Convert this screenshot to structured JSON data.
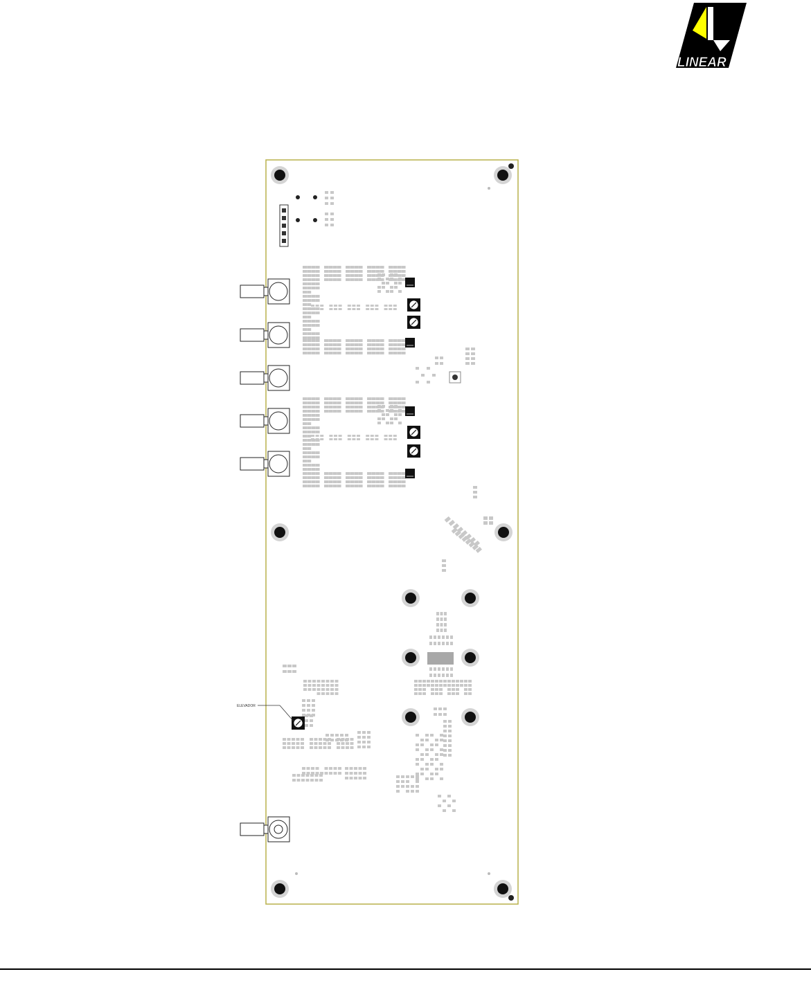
{
  "logo": {
    "brand_text": "LINEAR",
    "colors": {
      "yellow": "#ffff00",
      "black": "#000000",
      "white": "#ffffff"
    }
  },
  "diagram": {
    "type": "pcb-component-layout",
    "annotation_label": "ELEVADOR",
    "colors": {
      "outline": "#b8b04a",
      "pad": "#c8c8c8",
      "mount_ring": "#d4d4d4",
      "mount_hole": "#111111",
      "ic": "#a8a8a8"
    }
  }
}
